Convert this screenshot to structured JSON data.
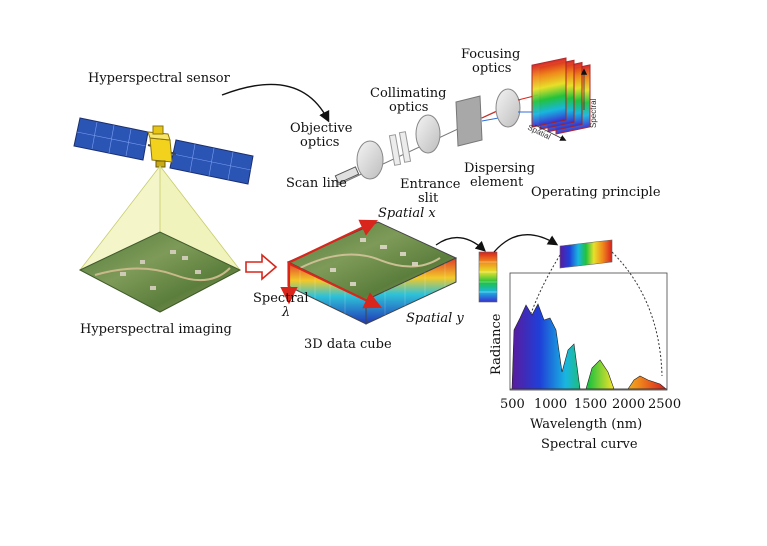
{
  "labels": {
    "hyperspectral_sensor": "Hyperspectral sensor",
    "objective_optics_1": "Objective",
    "objective_optics_2": "optics",
    "collimating_optics_1": "Collimating",
    "collimating_optics_2": "optics",
    "focusing_optics_1": "Focusing",
    "focusing_optics_2": "optics",
    "scan_line": "Scan line",
    "entrance_slit_1": "Entrance",
    "entrance_slit_2": "slit",
    "dispersing_element_1": "Dispersing",
    "dispersing_element_2": "element",
    "operating_principle": "Operating principle",
    "spatial_axis_small": "Spatial",
    "spectral_axis_small": "Spectral",
    "spatial_x": "Spatial x",
    "spectral_lambda_1": "Spectral",
    "spectral_lambda_2": "λ",
    "spatial_y": "Spatial y",
    "hyperspectral_imaging": "Hyperspectral imaging",
    "data_cube": "3D data cube"
  },
  "spectral_curve": {
    "ylabel": "Radiance",
    "xlabel": "Wavelength (nm)",
    "caption": "Spectral curve",
    "xticks": [
      "500",
      "1000",
      "1500",
      "2000",
      "2500"
    ]
  },
  "colors": {
    "panel_blue": "#2b55b5",
    "satellite_body": "#f2d21c",
    "footprint": "#e9ee9a",
    "arrow_red": "#d9261c",
    "dispersing_gray": "#a8a8a8"
  }
}
